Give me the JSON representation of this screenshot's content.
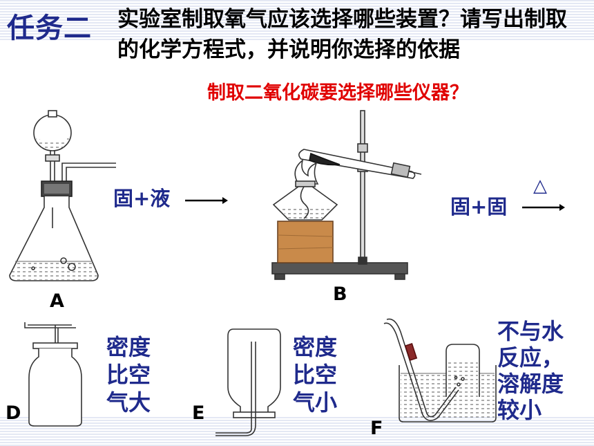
{
  "task_label": "任务二",
  "question": "实验室制取氧气应该选择哪些装置？请写出制取的化学方程式，并说明你选择的依据",
  "question_red": "制取二氧化碳要选择哪些仪器？",
  "cond_solid_liquid": "固+液",
  "cond_solid_solid": "固+固",
  "heat_symbol": "△",
  "labels": {
    "a": "A",
    "b": "B",
    "d": "D",
    "e": "E",
    "f": "F"
  },
  "density_greater": [
    "密度",
    "比空",
    "气大"
  ],
  "density_smaller": [
    "密度",
    "比空",
    "气小"
  ],
  "water_insoluble": [
    "不与水",
    "反应，",
    "溶解度",
    "较小"
  ],
  "colors": {
    "title_blue": "#1f2a8c",
    "question_red": "#e00000",
    "wood": "#c98a4a"
  }
}
